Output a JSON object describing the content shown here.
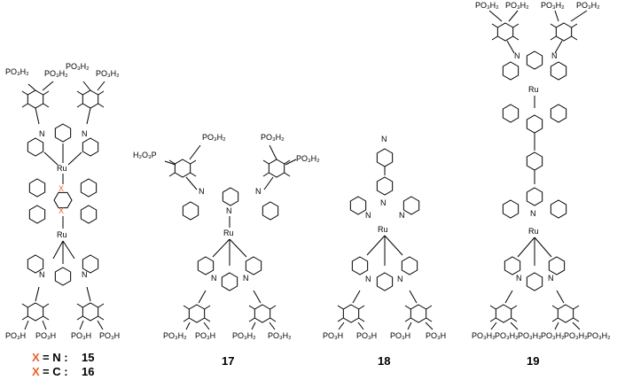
{
  "compounds": [
    {
      "id": "15_16",
      "top_labels": [
        "PO₃H₂",
        "PO₃H₂",
        "PO₃H₂",
        "PO₃H₂"
      ],
      "bottom_labels": [
        "PO₃H",
        "PO₃H",
        "PO₃H",
        "PO₃H"
      ],
      "metal": "Ru",
      "metal2": "Ru",
      "hetero": "X",
      "hetero_color": "#e8622c"
    },
    {
      "id": "17",
      "number": "17",
      "top_labels": [
        "H₂O₃P",
        "PO₃H₂",
        "PO₃H₂",
        "PO₃H₂"
      ],
      "bottom_labels": [
        "PO₃H₂",
        "PO₃H",
        "PO₃H₂",
        "PO₃H₂"
      ],
      "metal": "Ru"
    },
    {
      "id": "18",
      "number": "18",
      "pyridine_N": "N",
      "bottom_labels": [
        "PO₃H",
        "PO₃H",
        "PO₃H",
        "PO₃H"
      ],
      "metal": "Ru"
    },
    {
      "id": "19",
      "number": "19",
      "top_labels": [
        "PO₃H₂",
        "PO₃H₂",
        "PO₃H₂",
        "PO₃H₂"
      ],
      "bottom_labels": [
        "PO₃H₂",
        "PO₃H₂",
        "PO₃H₂",
        "PO₃H₂",
        "PO₃H₂",
        "PO₃H₂"
      ],
      "metal": "Ru",
      "metal2": "Ru"
    }
  ],
  "legend": {
    "row1": {
      "x": "X",
      "eq": "= N :",
      "num": "15"
    },
    "row2": {
      "x": "X",
      "eq": "= C :",
      "num": "16"
    }
  },
  "atom_N": "N"
}
